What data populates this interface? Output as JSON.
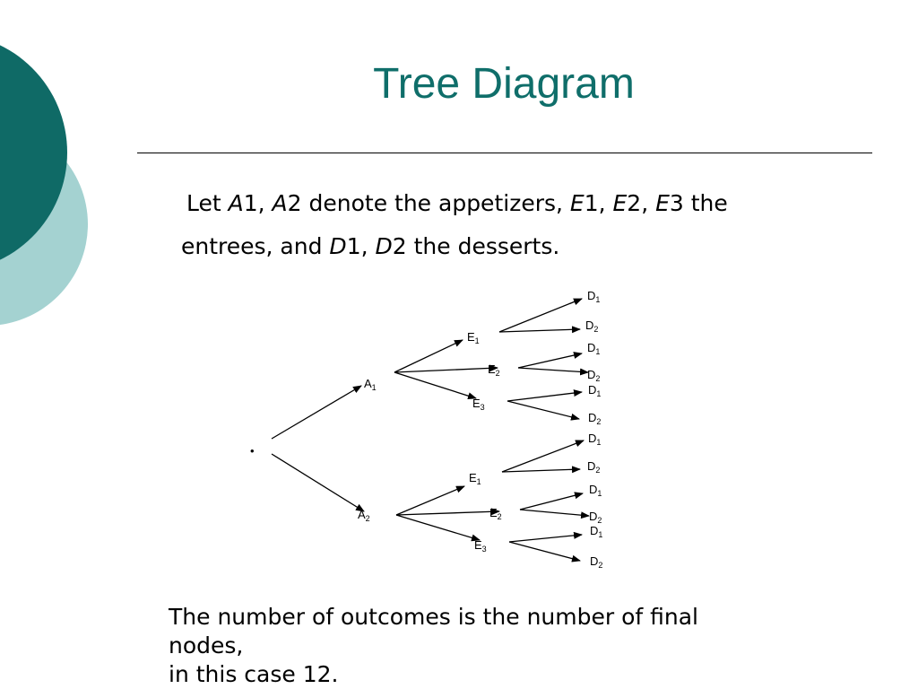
{
  "slide": {
    "title": "Tree Diagram",
    "accent_color": "#0f6e6a",
    "light_accent_color": "#a4d2d1"
  },
  "intro": {
    "line1": [
      "Let  ",
      "A",
      "1,  ",
      "A",
      "2 denote the appetizers, ",
      "E",
      "1, ",
      "E",
      "2, ",
      "E",
      "3 the"
    ],
    "line2": [
      "entrees, and ",
      "D",
      "1, ",
      "D",
      "2 the desserts."
    ]
  },
  "tree": {
    "root": "•",
    "appetizers": [
      {
        "letter": "A",
        "sub": "1",
        "entrees": [
          {
            "letter": "E",
            "sub": "1",
            "desserts": [
              {
                "letter": "D",
                "sub": "1"
              },
              {
                "letter": "D",
                "sub": "2"
              }
            ]
          },
          {
            "letter": "E",
            "sub": "2",
            "desserts": [
              {
                "letter": "D",
                "sub": "1"
              },
              {
                "letter": "D",
                "sub": "2"
              }
            ]
          },
          {
            "letter": "E",
            "sub": "3",
            "desserts": [
              {
                "letter": "D",
                "sub": "1"
              },
              {
                "letter": "D",
                "sub": "2"
              }
            ]
          }
        ]
      },
      {
        "letter": "A",
        "sub": "2",
        "entrees": [
          {
            "letter": "E",
            "sub": "1",
            "desserts": [
              {
                "letter": "D",
                "sub": "1"
              },
              {
                "letter": "D",
                "sub": "2"
              }
            ]
          },
          {
            "letter": "E",
            "sub": "2",
            "desserts": [
              {
                "letter": "D",
                "sub": "1"
              },
              {
                "letter": "D",
                "sub": "2"
              }
            ]
          },
          {
            "letter": "E",
            "sub": "3",
            "desserts": [
              {
                "letter": "D",
                "sub": "1"
              },
              {
                "letter": "D",
                "sub": "2"
              }
            ]
          }
        ]
      }
    ]
  },
  "footer": {
    "line1": "The number of outcomes is the number of final",
    "line2": "nodes,",
    "line3": "in this case 12."
  }
}
